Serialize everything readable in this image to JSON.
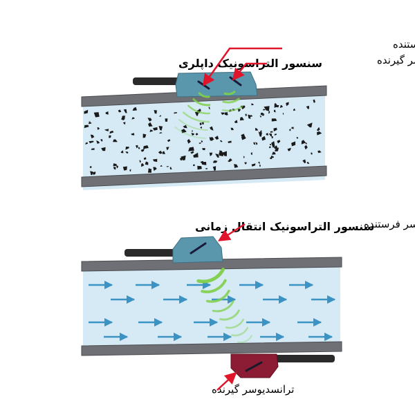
{
  "doppler": {
    "title": "سنسور التراسونیک داپلری",
    "transmitter_label": "ترانسدیوسر فرستنده",
    "receiver_label": "ترانسدیوسر گیرنده"
  },
  "transit_time": {
    "title": "سنسور التراسونیک انتقال زمانی",
    "transmitter_label": "ترانسدیوسر فرستنده",
    "receiver_label": "ترانسدیوسر گیرنده"
  },
  "colors": {
    "pipe_wall": "#6e7075",
    "fluid": "#d6eaf6",
    "sensor_body": "#5a97ad",
    "receiver_body": "#8c1c34",
    "wave": "#7fcf4a",
    "flow_arrow": "#3b93c4",
    "pointer": "#e0142a",
    "particle": "#1a1a1a"
  },
  "icons": {
    "flow": "arrow-right",
    "particles": "suspended-particles",
    "waves": "ultrasonic-wave-arcs"
  }
}
